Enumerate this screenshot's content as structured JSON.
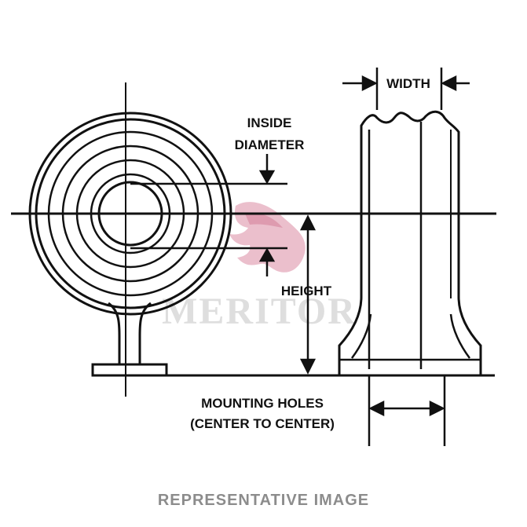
{
  "labels": {
    "width": "WIDTH",
    "inside_diameter_line1": "INSIDE",
    "inside_diameter_line2": "DIAMETER",
    "height": "HEIGHT",
    "mounting_holes_line1": "MOUNTING HOLES",
    "mounting_holes_line2": "(CENTER TO CENTER)"
  },
  "watermark": {
    "brand": "MERITOR"
  },
  "footer": {
    "caption": "REPRESENTATIVE IMAGE"
  }
}
